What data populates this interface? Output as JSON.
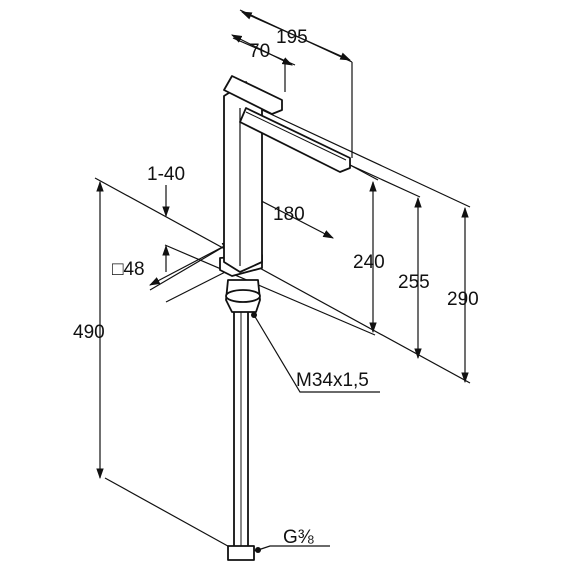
{
  "dimensions": {
    "width_total": "195",
    "handle_length": "70",
    "spout_reach": "180",
    "deck_thickness": "1-40",
    "base_square": "□48",
    "spout_height": "240",
    "handle_height": "255",
    "total_height": "290",
    "overall_length": "490",
    "thread": "M34x1,5",
    "connection": "G⅜"
  }
}
